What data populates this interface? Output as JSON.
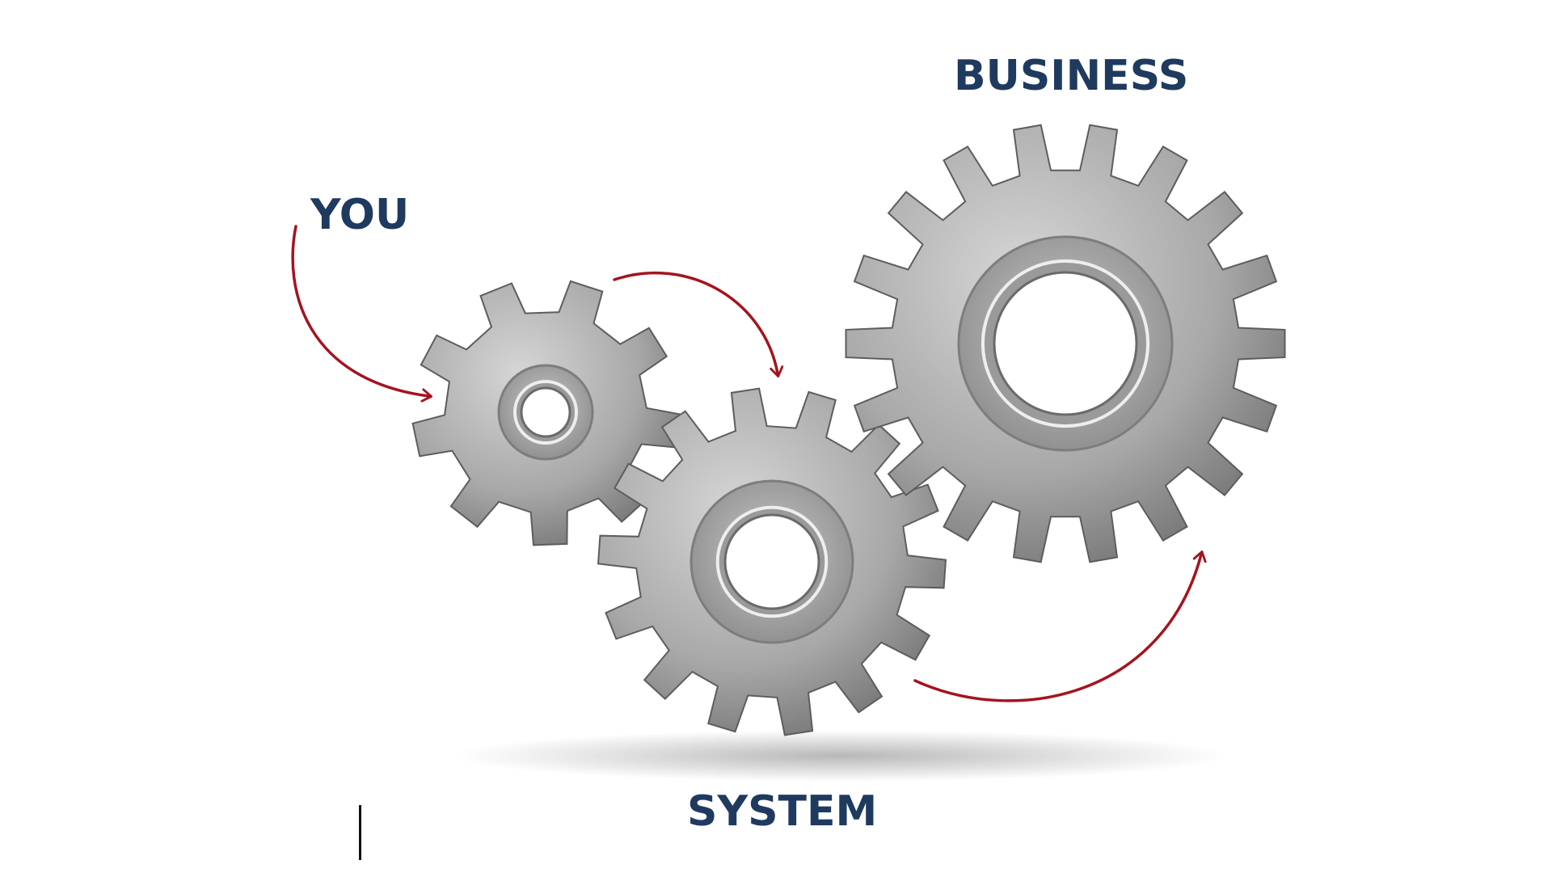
{
  "labels": {
    "you": "YOU",
    "business": "BUSINESS",
    "system": "SYSTEM"
  },
  "gears": [
    {
      "name": "you-gear",
      "teeth": 9
    },
    {
      "name": "system-gear",
      "teeth": 14
    },
    {
      "name": "business-gear",
      "teeth": 18
    }
  ],
  "colors": {
    "label_text": "#1f3a5f",
    "arrow": "#a3141f",
    "gear_light": "#d6d6d6",
    "gear_mid": "#a8a8a8",
    "gear_dark": "#6e6e6e"
  }
}
